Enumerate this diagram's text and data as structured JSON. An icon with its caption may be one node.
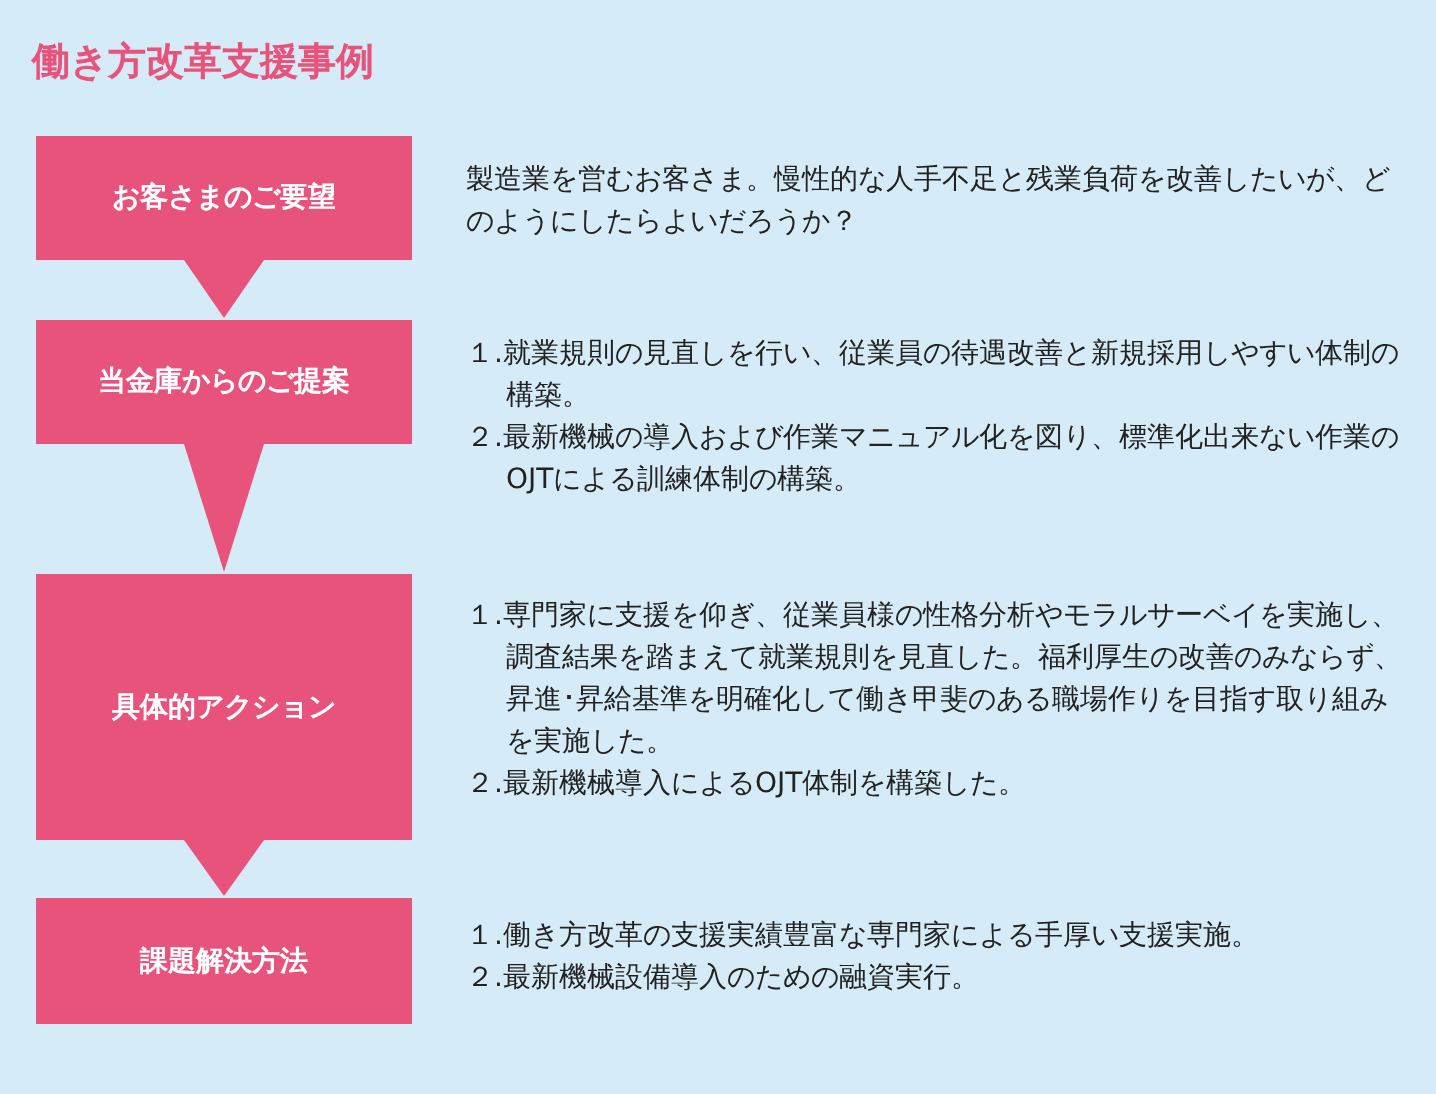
{
  "diagram": {
    "title": "働き方改革支援事例",
    "nodes": [
      {
        "text": [
          "お客さまのご要望"
        ],
        "beside": [
          "製造業を営むお客さま。慢性的な人手不足と残業負荷を改善したいが、どのようにしたらよいだろうか？"
        ]
      },
      {
        "text": [
          "当金庫からのご提案"
        ],
        "beside": [
          "１.就業規則の見直しを行い、従業員の待遇改善と新規採用しやすい体制の構築。",
          "２.最新機械の導入および作業マニュアル化を図り、標準化出来ない作業のOJTによる訓練体制の構築。"
        ]
      },
      {
        "text": [
          "具体的アクション"
        ],
        "beside": [
          "１.専門家に支援を仰ぎ、従業員様の性格分析やモラルサーベイを実施し、調査結果を踏まえて就業規則を見直した。福利厚生の改善のみならず、昇進･昇給基準を明確化して働き甲斐のある職場作りを目指す取り組みを実施した。",
          "２.最新機械導入によるOJT体制を構築した。"
        ]
      },
      {
        "text": [
          "課題解決方法"
        ],
        "beside": [
          "１.働き方改革の支援実績豊富な専門家による手厚い支援実施。",
          "２.最新機械設備導入のための融資実行。"
        ]
      }
    ],
    "edges": [
      {
        "from": 0,
        "to": 1,
        "arrow": "to"
      },
      {
        "from": 1,
        "to": 2,
        "arrow": "to"
      },
      {
        "from": 2,
        "to": 3,
        "arrow": "to"
      }
    ]
  }
}
